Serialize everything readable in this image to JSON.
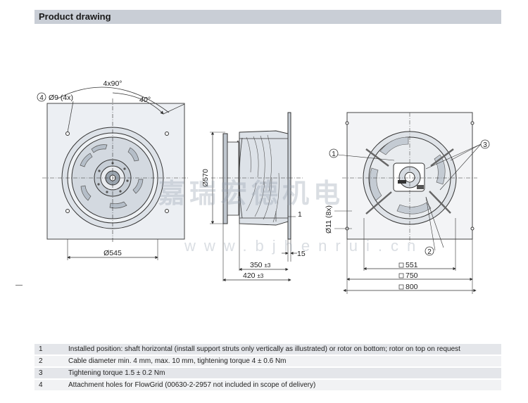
{
  "header": {
    "title": "Product drawing"
  },
  "front_view": {
    "hole_callout_number": "4",
    "hole_callout": "Ø9 (4x)",
    "angle_total": "4x90°",
    "angle_offset": "40°",
    "diameter": "Ø545"
  },
  "side_view": {
    "height_dim": "Ø570",
    "offset_dim": "1",
    "flange_dim": "15",
    "depth_1": "350",
    "depth_1_tol": "±3",
    "depth_2": "420",
    "depth_2_tol": "±3"
  },
  "rear_view": {
    "callout_1": "1",
    "callout_2": "2",
    "callout_3": "3",
    "hole_dim": "Ø11 (8x)",
    "width_1": "551",
    "width_2": "750",
    "width_3": "800"
  },
  "watermark": {
    "text": "嘉瑞宏德机电",
    "url": "www.bjhenrui.cn"
  },
  "notes": [
    {
      "num": "1",
      "text": "Installed position: shaft horizontal (install support struts only vertically as illustrated) or rotor on bottom; rotor on top on request"
    },
    {
      "num": "2",
      "text": "Cable diameter min. 4 mm, max. 10 mm, tightening torque 4 ± 0.6 Nm"
    },
    {
      "num": "3",
      "text": "Tightening torque 1.5 ± 0.2 Nm"
    },
    {
      "num": "4",
      "text": "Attachment holes for FlowGrid (00630-2-2957 not included in scope of delivery)"
    }
  ]
}
